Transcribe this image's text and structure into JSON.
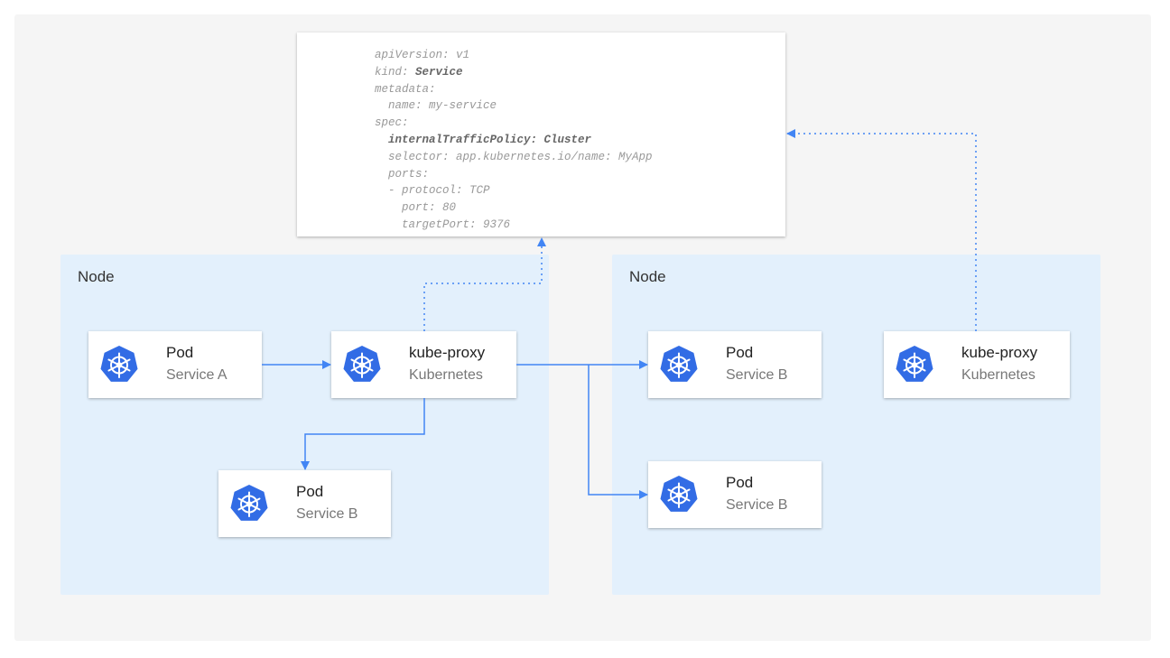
{
  "yaml": {
    "lines": [
      {
        "text": "apiVersion: v1"
      },
      {
        "key": "kind: ",
        "bold": "Service"
      },
      {
        "text": "metadata:"
      },
      {
        "text": "  name: my-service"
      },
      {
        "text": "spec:"
      },
      {
        "bold": "  internalTrafficPolicy: Cluster"
      },
      {
        "text": "  selector: app.kubernetes.io/name: MyApp"
      },
      {
        "text": "  ports:"
      },
      {
        "text": "  - protocol: TCP"
      },
      {
        "text": "    port: 80"
      },
      {
        "text": "    targetPort: 9376"
      }
    ]
  },
  "nodes": [
    {
      "label": "Node"
    },
    {
      "label": "Node"
    }
  ],
  "cards": {
    "pod_a": {
      "title": "Pod",
      "subtitle": "Service A",
      "icon": "kubernetes-icon"
    },
    "proxy_left": {
      "title": "kube-proxy",
      "subtitle": "Kubernetes",
      "icon": "kubernetes-icon"
    },
    "pod_b_left": {
      "title": "Pod",
      "subtitle": "Service B",
      "icon": "kubernetes-icon"
    },
    "pod_b_right1": {
      "title": "Pod",
      "subtitle": "Service B",
      "icon": "kubernetes-icon"
    },
    "pod_b_right2": {
      "title": "Pod",
      "subtitle": "Service B",
      "icon": "kubernetes-icon"
    },
    "proxy_right": {
      "title": "kube-proxy",
      "subtitle": "Kubernetes",
      "icon": "kubernetes-icon"
    }
  },
  "colors": {
    "accent": "#326ce5",
    "arrow": "#4285f4",
    "node_bg": "#e3f0fc"
  }
}
